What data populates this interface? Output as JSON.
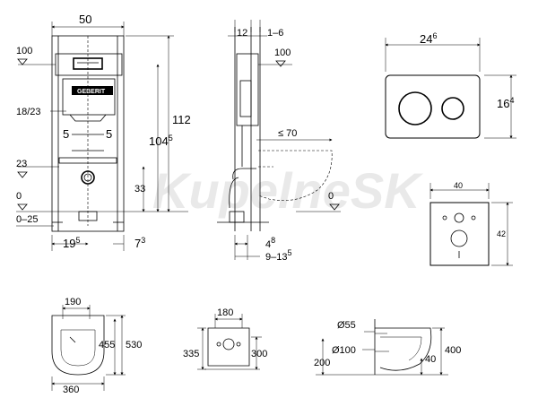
{
  "watermark": "KupelneSK",
  "brand_logo": "GEBERIT",
  "front_view": {
    "width_50": "50",
    "height_112": "112",
    "height_104": "104",
    "height_104_sup": "5",
    "level_100": "100",
    "range_18_23": "18/23",
    "offset_5_left": "5",
    "offset_5_right": "5",
    "level_23": "23",
    "height_33": "33",
    "level_0": "0",
    "range_0_25": "0–25",
    "dist_19": "19",
    "dist_19_sup": "5",
    "dist_7": "7",
    "dist_7_sup": "3"
  },
  "side_view": {
    "depth_12": "12",
    "depth_1_6": "1–6",
    "level_100": "100",
    "max_70": "≤ 70",
    "level_0": "0",
    "dist_4": "4",
    "dist_4_sup": "8",
    "dist_9_13": "9–13",
    "dist_9_13_sup": "5"
  },
  "flush_plate": {
    "width": "24",
    "width_sup": "6",
    "height": "16",
    "height_sup": "4"
  },
  "wall_plate": {
    "width": "40",
    "height": "42"
  },
  "toilet_top": {
    "width_190": "190",
    "length_455": "455",
    "length_530": "530",
    "width_360": "360"
  },
  "toilet_rear": {
    "width_180": "180",
    "height_335": "335",
    "height_300": "300"
  },
  "toilet_side": {
    "diameter_55": "Ø55",
    "diameter_100": "Ø100",
    "height_200": "200",
    "height_400": "400",
    "offset_40": "40"
  },
  "colors": {
    "line": "#000000",
    "watermark": "#e9e9e9",
    "logo_bg": "#000000"
  }
}
